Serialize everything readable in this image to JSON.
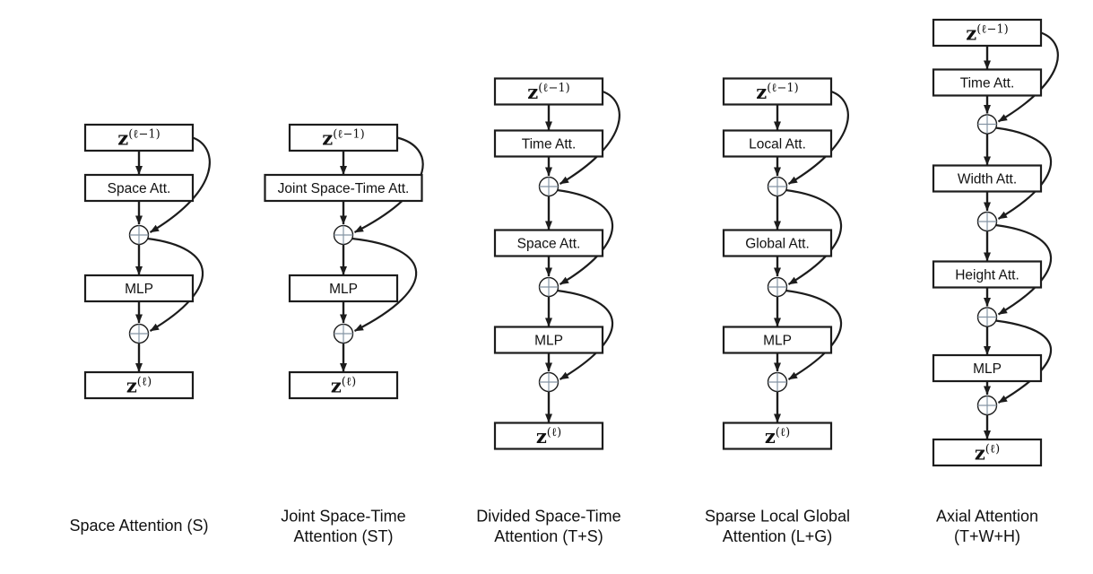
{
  "diagram": {
    "background_color": "#ffffff",
    "line_color": "#1c1c1c",
    "add_symbol": "circled-plus",
    "columns": [
      {
        "caption": [
          "Space Attention (S)"
        ],
        "nodes": [
          {
            "kind": "io",
            "base": "z",
            "sup": "(ℓ−1)"
          },
          {
            "kind": "block",
            "label": "Space Att."
          },
          {
            "kind": "sum"
          },
          {
            "kind": "block",
            "label": "MLP"
          },
          {
            "kind": "sum"
          },
          {
            "kind": "io",
            "base": "z",
            "sup": "(ℓ)"
          }
        ]
      },
      {
        "caption": [
          "Joint Space-Time",
          "Attention (ST)"
        ],
        "nodes": [
          {
            "kind": "io",
            "base": "z",
            "sup": "(ℓ−1)"
          },
          {
            "kind": "block",
            "label": "Joint Space-Time Att.",
            "wide": true
          },
          {
            "kind": "sum"
          },
          {
            "kind": "block",
            "label": "MLP"
          },
          {
            "kind": "sum"
          },
          {
            "kind": "io",
            "base": "z",
            "sup": "(ℓ)"
          }
        ]
      },
      {
        "caption": [
          "Divided Space-Time",
          "Attention (T+S)"
        ],
        "nodes": [
          {
            "kind": "io",
            "base": "z",
            "sup": "(ℓ−1)"
          },
          {
            "kind": "block",
            "label": "Time Att."
          },
          {
            "kind": "sum"
          },
          {
            "kind": "block",
            "label": "Space Att."
          },
          {
            "kind": "sum"
          },
          {
            "kind": "block",
            "label": "MLP"
          },
          {
            "kind": "sum"
          },
          {
            "kind": "io",
            "base": "z",
            "sup": "(ℓ)"
          }
        ]
      },
      {
        "caption": [
          "Sparse Local Global",
          "Attention (L+G)"
        ],
        "nodes": [
          {
            "kind": "io",
            "base": "z",
            "sup": "(ℓ−1)"
          },
          {
            "kind": "block",
            "label": "Local Att."
          },
          {
            "kind": "sum"
          },
          {
            "kind": "block",
            "label": "Global Att."
          },
          {
            "kind": "sum"
          },
          {
            "kind": "block",
            "label": "MLP"
          },
          {
            "kind": "sum"
          },
          {
            "kind": "io",
            "base": "z",
            "sup": "(ℓ)"
          }
        ]
      },
      {
        "caption": [
          "Axial Attention",
          "(T+W+H)"
        ],
        "nodes": [
          {
            "kind": "io",
            "base": "z",
            "sup": "(ℓ−1)"
          },
          {
            "kind": "block",
            "label": "Time Att."
          },
          {
            "kind": "sum"
          },
          {
            "kind": "block",
            "label": "Width Att."
          },
          {
            "kind": "sum"
          },
          {
            "kind": "block",
            "label": "Height Att."
          },
          {
            "kind": "sum"
          },
          {
            "kind": "block",
            "label": "MLP"
          },
          {
            "kind": "sum"
          },
          {
            "kind": "io",
            "base": "z",
            "sup": "(ℓ)"
          }
        ]
      }
    ]
  }
}
